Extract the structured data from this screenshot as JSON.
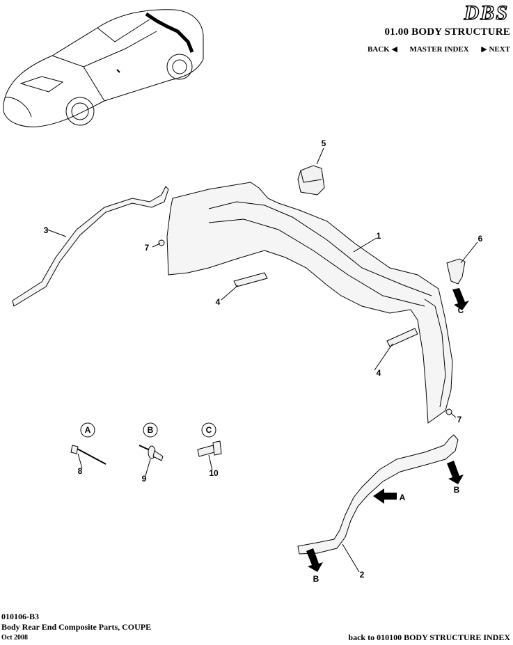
{
  "header": {
    "brand": "DBS",
    "section_title": "01.00 BODY STRUCTURE",
    "nav": {
      "back": "BACK",
      "master_index": "MASTER INDEX",
      "next": "NEXT"
    }
  },
  "diagram": {
    "callouts": {
      "c1": "1",
      "c2": "2",
      "c3": "3",
      "c4a": "4",
      "c4b": "4",
      "c5": "5",
      "c6": "6",
      "c7a": "7",
      "c7b": "7",
      "c8": "8",
      "c9": "9",
      "c10": "10"
    },
    "fastener_keys": {
      "a": "A",
      "b": "B",
      "c": "C"
    },
    "view_markers": {
      "a": "A",
      "b1": "B",
      "b2": "B",
      "c": "C"
    }
  },
  "footer": {
    "code": "010106-B3",
    "description": "Body Rear End Composite Parts, COUPE",
    "date": "Oct 2008",
    "back_link": "back to 010100 BODY STRUCTURE INDEX"
  }
}
